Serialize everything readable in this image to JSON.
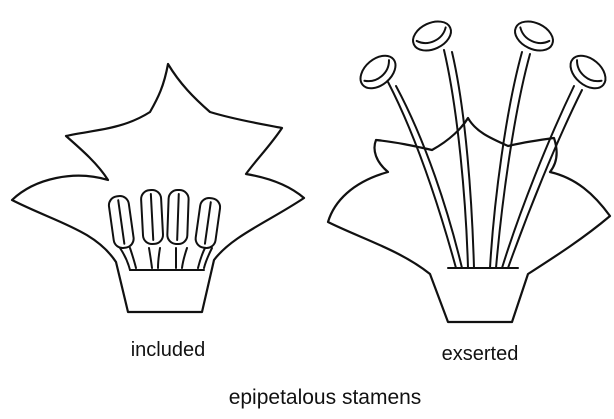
{
  "figure": {
    "panels": [
      {
        "id": "included",
        "label": "included"
      },
      {
        "id": "exserted",
        "label": "exserted"
      }
    ],
    "caption": "epipetalous stamens"
  }
}
